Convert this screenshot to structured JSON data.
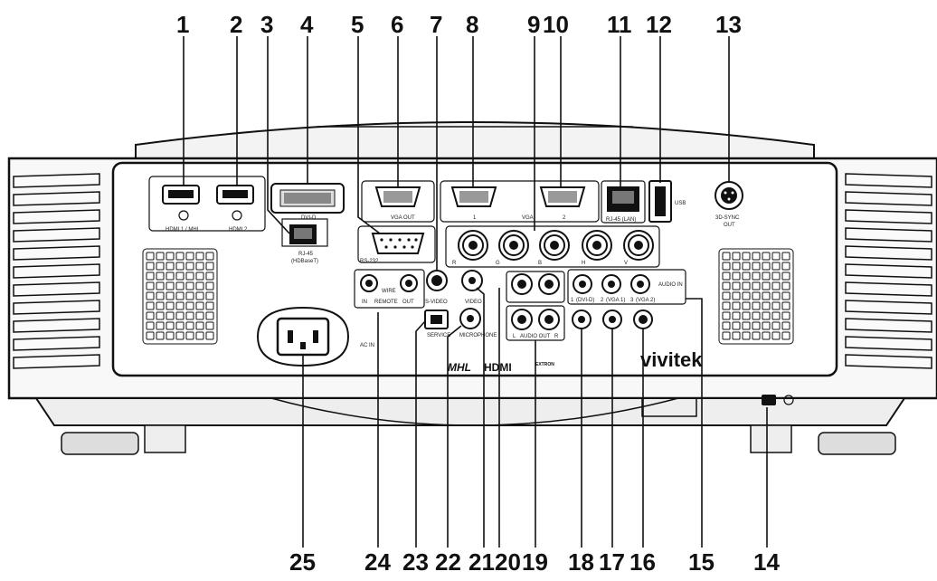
{
  "callouts": {
    "c1": "1",
    "c2": "2",
    "c3": "3",
    "c4": "4",
    "c5": "5",
    "c6": "6",
    "c7": "7",
    "c8": "8",
    "c9": "9",
    "c10": "10",
    "c11": "11",
    "c12": "12",
    "c13": "13",
    "c14": "14",
    "c15": "15",
    "c16": "16",
    "c17": "17",
    "c18": "18",
    "c19": "19",
    "c20": "20",
    "c21": "21",
    "c22": "22",
    "c23": "23",
    "c24": "24",
    "c25": "25"
  },
  "ports": {
    "hdmi1": "HDMI 1 / MHL",
    "hdmi2": "HDMI 2",
    "dvi": "DVI-D",
    "vga_out": "VGA OUT",
    "vga1": "1",
    "vga": "VGA",
    "vga2": "2",
    "rj45_lan": "RJ-45 (LAN)",
    "usb": "USB",
    "sync_3d": "3D-SYNC",
    "sync_out": "OUT",
    "rj45_hdbt": "RJ-45",
    "hdbaset": "(HDBaseT)",
    "rs232": "RS-232",
    "bnc_r": "R",
    "bnc_g": "G",
    "bnc_b": "B",
    "bnc_h": "H",
    "bnc_v": "V",
    "svideo": "S-VIDEO",
    "video": "VIDEO",
    "wire_remote": "WIRE",
    "wire_in": "IN",
    "wire_remote2": "REMOTE",
    "wire_out": "OUT",
    "service": "SERVICE",
    "microphone": "MICROPHONE",
    "audio_out": "AUDIO OUT",
    "audio_out_l": "L",
    "audio_out_r": "R",
    "audio_in": "AUDIO IN",
    "audio_in1": "(DVI-D)",
    "audio_in2": "(VGA 1)",
    "audio_in3": "(VGA 2)",
    "audio_ch1": "1",
    "audio_ch2": "2",
    "audio_ch3": "3",
    "ac_in": "AC IN"
  },
  "logos": {
    "vivitek": "vivitek",
    "mhl": "MHL",
    "hdmi": "HDMI",
    "extron": "EXTRON"
  }
}
